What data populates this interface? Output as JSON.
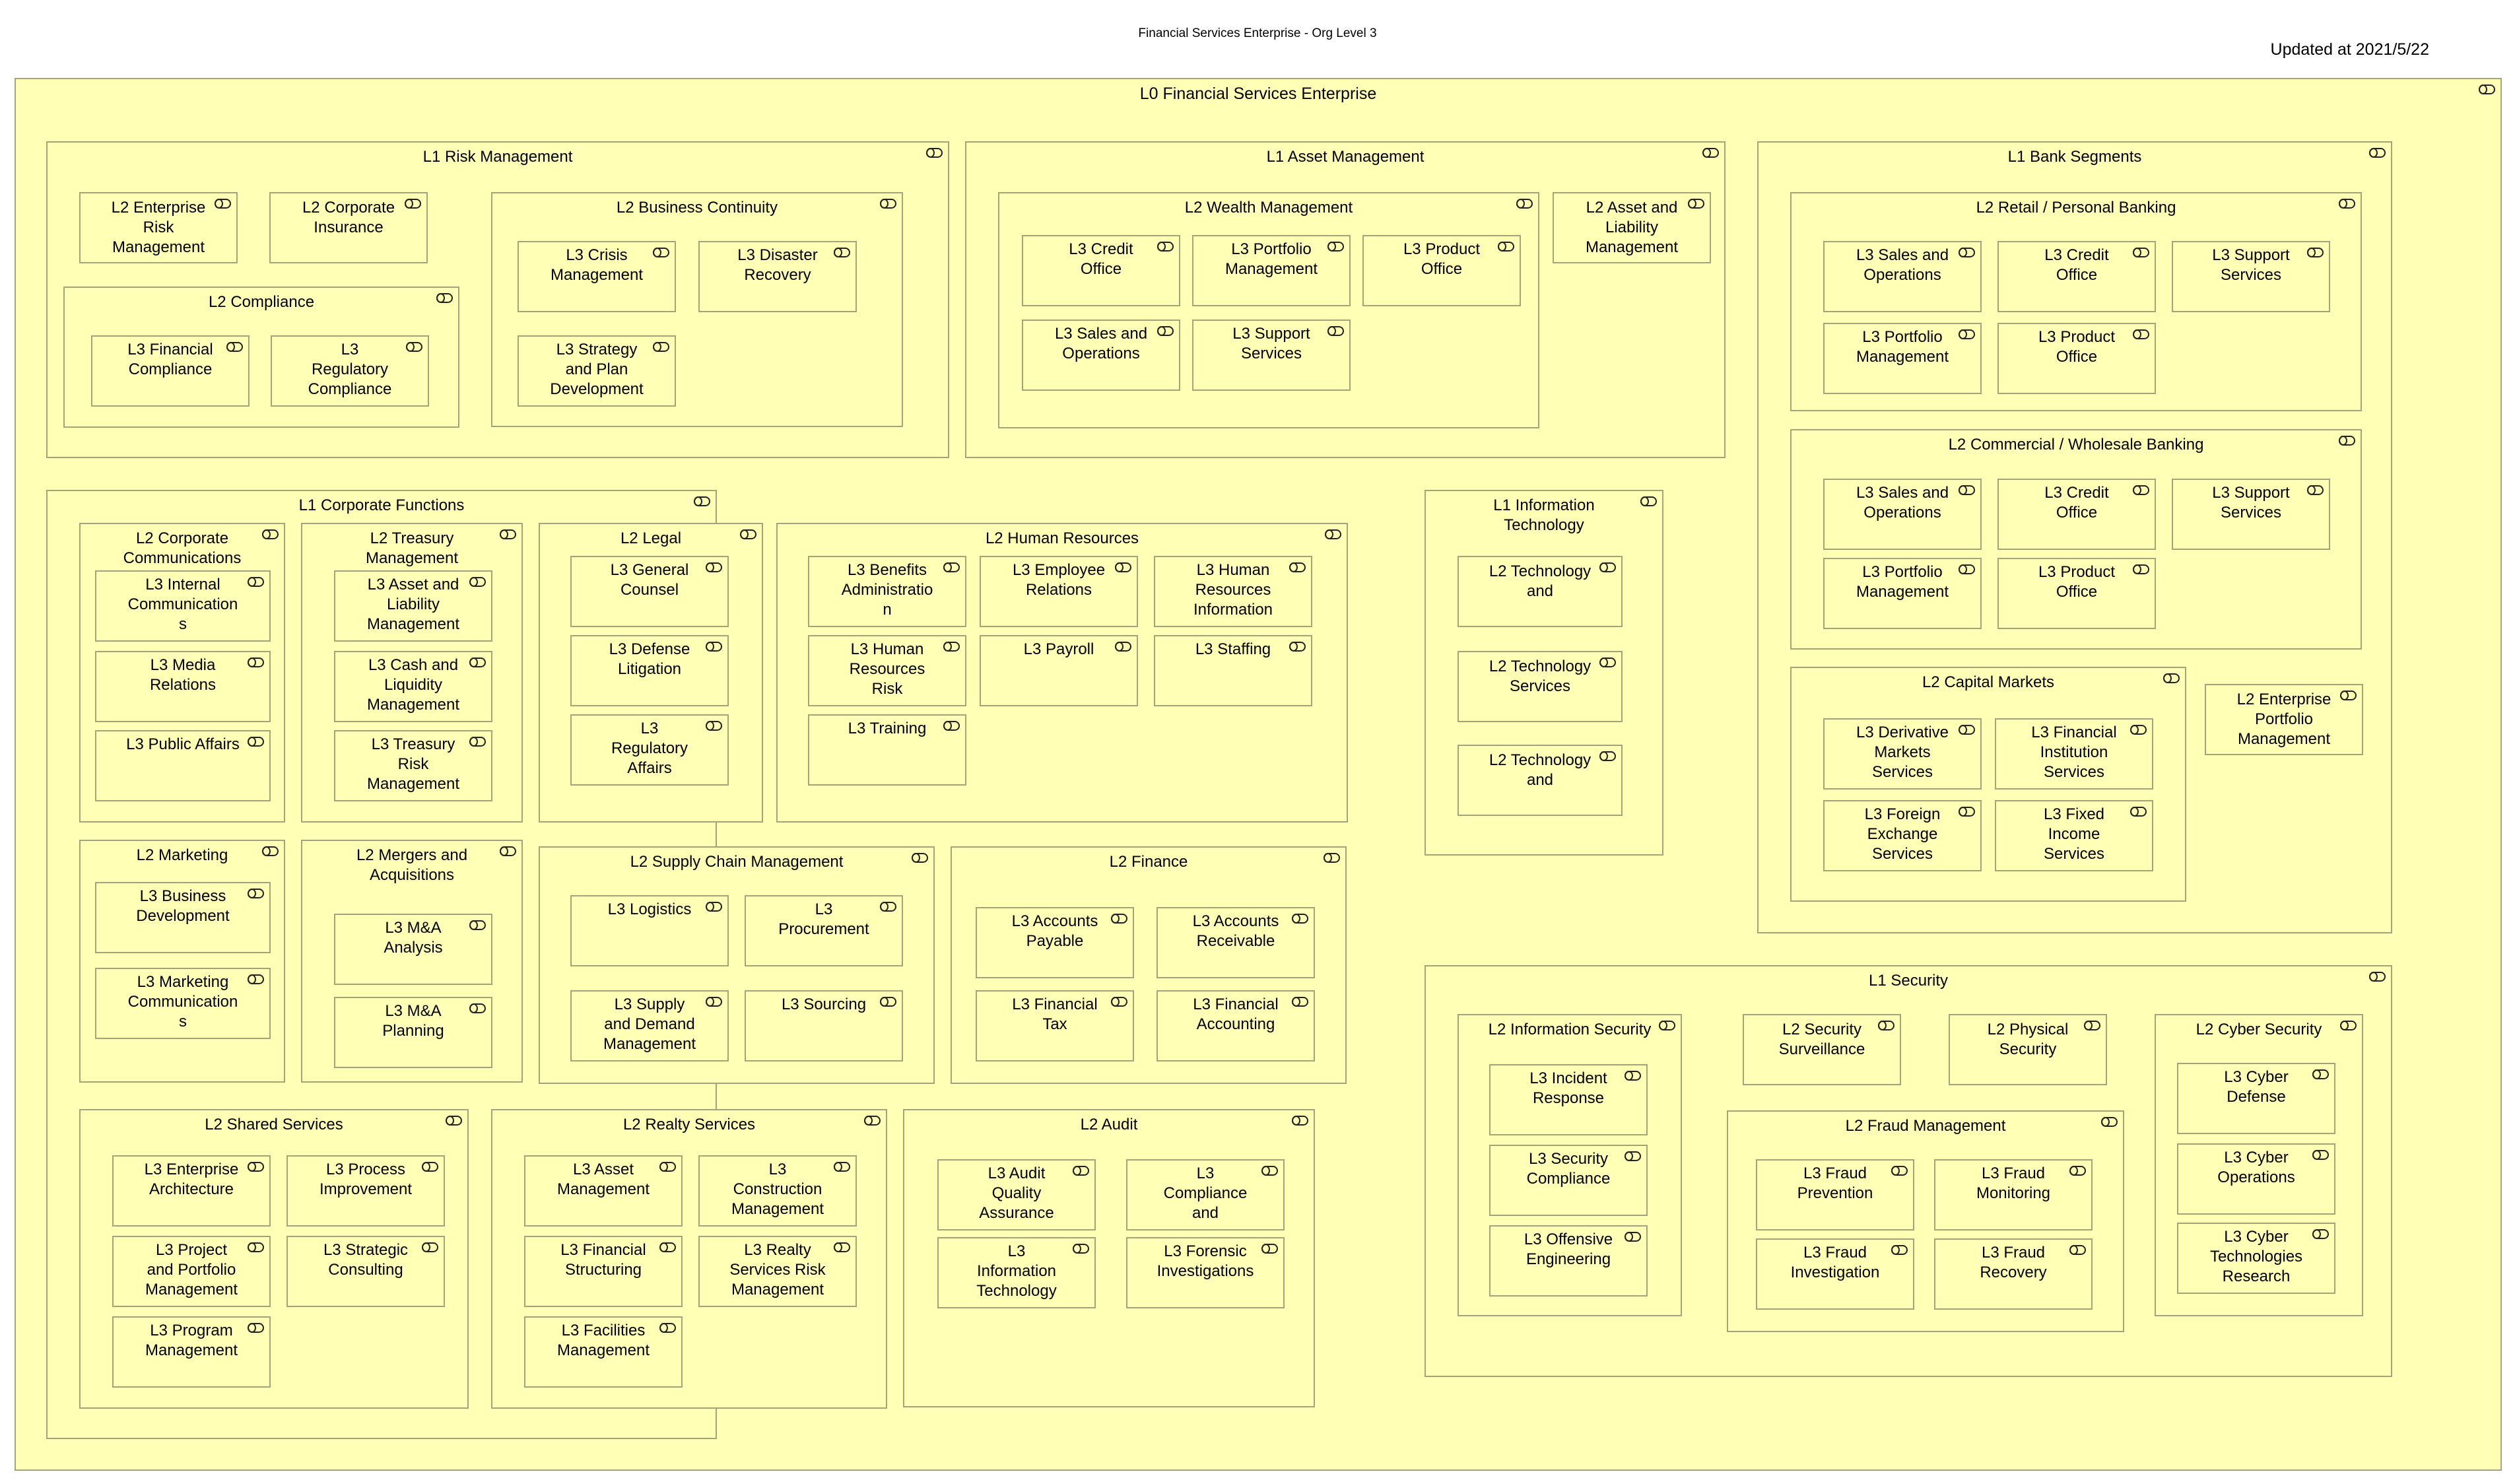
{
  "header": {
    "title": "Financial Services Enterprise - Org Level 3",
    "updated": "Updated at 2021/5/22"
  },
  "colors": {
    "box_fill": "#ffffb5",
    "box_border": "#a4a47a",
    "icon": "application-service-icon"
  },
  "org": {
    "name": "L0 Financial Services Enterprise",
    "children": [
      {
        "name": "L1 Risk Management",
        "children": [
          {
            "name": "L2 Enterprise Risk Management"
          },
          {
            "name": "L2 Corporate Insurance"
          },
          {
            "name": "L2 Business Continuity",
            "children": [
              {
                "name": "L3 Crisis Management"
              },
              {
                "name": "L3 Disaster Recovery"
              },
              {
                "name": "L3 Strategy and Plan Development"
              }
            ]
          },
          {
            "name": "L2 Compliance",
            "children": [
              {
                "name": "L3 Financial Compliance"
              },
              {
                "name": "L3 Regulatory Compliance"
              }
            ]
          }
        ]
      },
      {
        "name": "L1 Asset Management",
        "children": [
          {
            "name": "L2 Wealth Management",
            "children": [
              {
                "name": "L3 Credit Office"
              },
              {
                "name": "L3 Portfolio Management"
              },
              {
                "name": "L3 Product Office"
              },
              {
                "name": "L3 Sales and Operations"
              },
              {
                "name": "L3 Support Services"
              }
            ]
          },
          {
            "name": "L2 Asset and Liability Management"
          }
        ]
      },
      {
        "name": "L1 Bank Segments",
        "children": [
          {
            "name": "L2 Retail / Personal Banking",
            "children": [
              {
                "name": "L3 Sales and Operations"
              },
              {
                "name": "L3 Credit Office"
              },
              {
                "name": "L3 Support Services"
              },
              {
                "name": "L3 Portfolio Management"
              },
              {
                "name": "L3 Product Office"
              }
            ]
          },
          {
            "name": "L2 Commercial / Wholesale Banking",
            "children": [
              {
                "name": "L3 Sales and Operations"
              },
              {
                "name": "L3 Credit Office"
              },
              {
                "name": "L3 Support Services"
              },
              {
                "name": "L3 Portfolio Management"
              },
              {
                "name": "L3 Product Office"
              }
            ]
          },
          {
            "name": "L2 Capital Markets",
            "children": [
              {
                "name": "L3 Derivative Markets Services"
              },
              {
                "name": "L3 Financial Institution Services"
              },
              {
                "name": "L3 Foreign Exchange Services"
              },
              {
                "name": "L3 Fixed Income Services"
              }
            ]
          },
          {
            "name": "L2 Enterprise Portfolio Management"
          }
        ]
      },
      {
        "name": "L1 Corporate Functions",
        "children": [
          {
            "name": "L2 Corporate Communications",
            "children": [
              {
                "name": "L3 Internal Communications"
              },
              {
                "name": "L3 Media Relations"
              },
              {
                "name": "L3 Public Affairs"
              }
            ]
          },
          {
            "name": "L2 Treasury Management",
            "children": [
              {
                "name": "L3 Asset and Liability Management"
              },
              {
                "name": "L3 Cash and Liquidity Management"
              },
              {
                "name": "L3 Treasury Risk Management"
              }
            ]
          },
          {
            "name": "L2 Legal",
            "children": [
              {
                "name": "L3 General Counsel"
              },
              {
                "name": "L3 Defense Litigation"
              },
              {
                "name": "L3 Regulatory Affairs"
              }
            ]
          },
          {
            "name": "L2 Human Resources",
            "children": [
              {
                "name": "L3 Benefits Administration"
              },
              {
                "name": "L3 Employee Relations"
              },
              {
                "name": "L3 Human Resources Information"
              },
              {
                "name": "L3 Human Resources Risk"
              },
              {
                "name": "L3 Payroll"
              },
              {
                "name": "L3 Staffing"
              },
              {
                "name": "L3 Training"
              }
            ]
          },
          {
            "name": "L2 Marketing",
            "children": [
              {
                "name": "L3 Business Development"
              },
              {
                "name": "L3 Marketing Communications"
              }
            ]
          },
          {
            "name": "L2 Mergers and Acquisitions",
            "children": [
              {
                "name": "L3 M&A Analysis"
              },
              {
                "name": "L3 M&A Planning"
              }
            ]
          },
          {
            "name": "L2 Supply Chain Management",
            "children": [
              {
                "name": "L3 Logistics"
              },
              {
                "name": "L3 Procurement"
              },
              {
                "name": "L3 Supply and Demand Management"
              },
              {
                "name": "L3 Sourcing"
              }
            ]
          },
          {
            "name": "L2 Finance",
            "children": [
              {
                "name": "L3 Accounts Payable"
              },
              {
                "name": "L3 Accounts Receivable"
              },
              {
                "name": "L3 Financial Tax"
              },
              {
                "name": "L3 Financial Accounting"
              }
            ]
          },
          {
            "name": "L2 Shared Services",
            "children": [
              {
                "name": "L3 Enterprise Architecture"
              },
              {
                "name": "L3 Process Improvement"
              },
              {
                "name": "L3 Project and Portfolio Management"
              },
              {
                "name": "L3 Strategic Consulting"
              },
              {
                "name": "L3 Program Management"
              }
            ]
          },
          {
            "name": "L2 Realty Services",
            "children": [
              {
                "name": "L3 Asset Management"
              },
              {
                "name": "L3 Construction Management"
              },
              {
                "name": "L3 Financial Structuring"
              },
              {
                "name": "L3 Realty Services Risk Management"
              },
              {
                "name": "L3 Facilities Management"
              }
            ]
          },
          {
            "name": "L2 Audit",
            "children": [
              {
                "name": "L3 Audit Quality Assurance"
              },
              {
                "name": "L3 Compliance and"
              },
              {
                "name": "L3 Information Technology"
              },
              {
                "name": "L3 Forensic Investigations"
              }
            ]
          }
        ]
      },
      {
        "name": "L1 Information Technology",
        "children": [
          {
            "name": "L2 Technology and"
          },
          {
            "name": "L2 Technology Services"
          },
          {
            "name": "L2 Technology and"
          }
        ]
      },
      {
        "name": "L1 Security",
        "children": [
          {
            "name": "L2 Information Security",
            "children": [
              {
                "name": "L3 Incident Response"
              },
              {
                "name": "L3 Security Compliance"
              },
              {
                "name": "L3 Offensive Engineering"
              }
            ]
          },
          {
            "name": "L2 Security Surveillance"
          },
          {
            "name": "L2 Physical Security"
          },
          {
            "name": "L2 Fraud Management",
            "children": [
              {
                "name": "L3 Fraud Prevention"
              },
              {
                "name": "L3 Fraud Monitoring"
              },
              {
                "name": "L3 Fraud Investigation"
              },
              {
                "name": "L3 Fraud Recovery"
              }
            ]
          },
          {
            "name": "L2 Cyber Security",
            "children": [
              {
                "name": "L3 Cyber Defense"
              },
              {
                "name": "L3 Cyber Operations"
              },
              {
                "name": "L3 Cyber Technologies Research"
              }
            ]
          }
        ]
      }
    ]
  }
}
